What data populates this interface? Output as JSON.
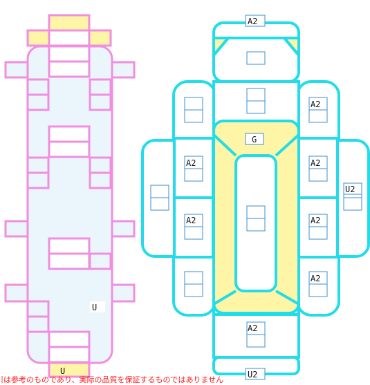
{
  "colors": {
    "pink": "#f08ee0",
    "pink_fill": "#eaf6fc",
    "cyan": "#22dcea",
    "yellow": "#fef6a6",
    "box_line": "#3a8fd0",
    "note_red": "#ff1a1a"
  },
  "left_diagram": {
    "labels": {
      "u_side": "U",
      "u_bottom": "U"
    }
  },
  "right_diagram": {
    "labels": {
      "top": "A2",
      "center_top": "G",
      "r1": "A2",
      "l2": "A2",
      "r2": "A2",
      "far_right": "U2",
      "l3": "A2",
      "r3": "A2",
      "r4": "A2",
      "bottom_flap": "A2",
      "bottom": "U2"
    }
  },
  "footer_note": "引は参考のものであり、実际の品質を保証するものではありません"
}
